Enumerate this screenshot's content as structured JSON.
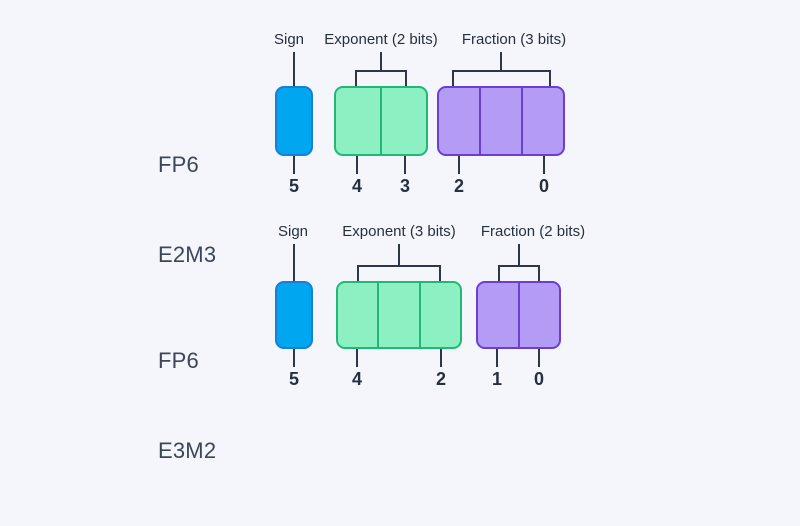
{
  "background_color": "#f5f6fb",
  "text_color": "#26303f",
  "label_color": "#3c4658",
  "line_color": "#2d3748",
  "palette": {
    "sign_fill": "#00a6ef",
    "sign_border": "#1a7fd4",
    "exponent_fill": "#8cf0c2",
    "exponent_border": "#21b877",
    "fraction_fill": "#b49cf5",
    "fraction_border": "#6b3fd4"
  },
  "rows": [
    {
      "label_line1": "FP6",
      "label_line2": "E2M3",
      "fields": [
        {
          "name": "sign",
          "title": "Sign",
          "bits": 1,
          "bit_labels": [
            "5"
          ]
        },
        {
          "name": "exponent",
          "title": "Exponent (2 bits)",
          "bits": 2,
          "bit_labels": [
            "4",
            "3"
          ]
        },
        {
          "name": "fraction",
          "title": "Fraction (3 bits)",
          "bits": 3,
          "bit_labels": [
            "2",
            "0"
          ]
        }
      ]
    },
    {
      "label_line1": "FP6",
      "label_line2": "E3M2",
      "fields": [
        {
          "name": "sign",
          "title": "Sign",
          "bits": 1,
          "bit_labels": [
            "5"
          ]
        },
        {
          "name": "exponent",
          "title": "Exponent (3 bits)",
          "bits": 3,
          "bit_labels": [
            "4",
            "2"
          ]
        },
        {
          "name": "fraction",
          "title": "Fraction (2 bits)",
          "bits": 2,
          "bit_labels": [
            "1",
            "0"
          ]
        }
      ]
    }
  ],
  "row1": {
    "label_line1": "FP6",
    "label_line2": "E2M3",
    "sign_title": "Sign",
    "exp_title": "Exponent (2 bits)",
    "frac_title": "Fraction (3 bits)",
    "bit_sign": "5",
    "bit_exp_hi": "4",
    "bit_exp_lo": "3",
    "bit_frac_hi": "2",
    "bit_frac_lo": "0"
  },
  "row2": {
    "label_line1": "FP6",
    "label_line2": "E3M2",
    "sign_title": "Sign",
    "exp_title": "Exponent (3 bits)",
    "frac_title": "Fraction (2 bits)",
    "bit_sign": "5",
    "bit_exp_hi": "4",
    "bit_exp_lo": "2",
    "bit_frac_hi": "1",
    "bit_frac_lo": "0"
  }
}
